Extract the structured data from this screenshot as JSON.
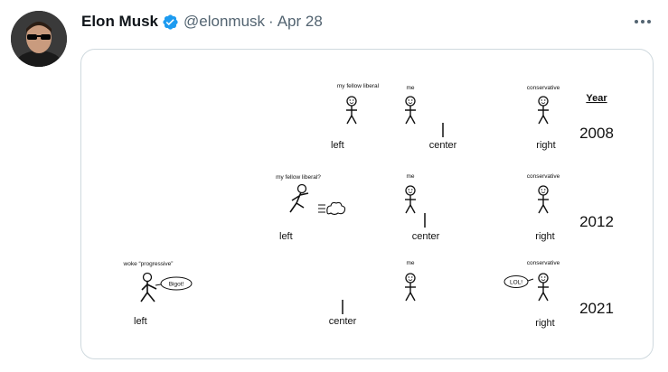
{
  "tweet": {
    "author_name": "Elon Musk",
    "handle": "@elonmusk",
    "separator": "·",
    "date": "Apr 28",
    "icons": {
      "verified": "verified-badge-icon",
      "more": "more-options-icon",
      "avatar": "avatar"
    },
    "colors": {
      "verified": "#1d9bf0",
      "text_secondary": "#536471"
    }
  },
  "meme": {
    "year_header": "Year",
    "rows": [
      {
        "year": "2008",
        "axis": {
          "left": "left",
          "center": "center",
          "right": "right"
        },
        "figures": [
          {
            "caption": "my fellow liberal",
            "pose": "standing"
          },
          {
            "caption": "me",
            "pose": "standing"
          },
          {
            "caption": "conservative",
            "pose": "standing"
          }
        ]
      },
      {
        "year": "2012",
        "axis": {
          "left": "left",
          "center": "center",
          "right": "right"
        },
        "figures": [
          {
            "caption": "my fellow liberal?",
            "pose": "running"
          },
          {
            "caption": "me",
            "pose": "standing"
          },
          {
            "caption": "conservative",
            "pose": "standing"
          }
        ]
      },
      {
        "year": "2021",
        "axis": {
          "left": "left",
          "center": "center",
          "right": "right"
        },
        "figures": [
          {
            "caption": "woke “progressive”",
            "pose": "walking",
            "speech": "Bigot!"
          },
          {
            "caption": "me",
            "pose": "standing"
          },
          {
            "caption": "conservative",
            "pose": "standing",
            "speech": "LOL!"
          }
        ]
      }
    ],
    "colors": {
      "left": "#4a7ac8",
      "right": "#d24a4a",
      "ink": "#111111"
    }
  }
}
